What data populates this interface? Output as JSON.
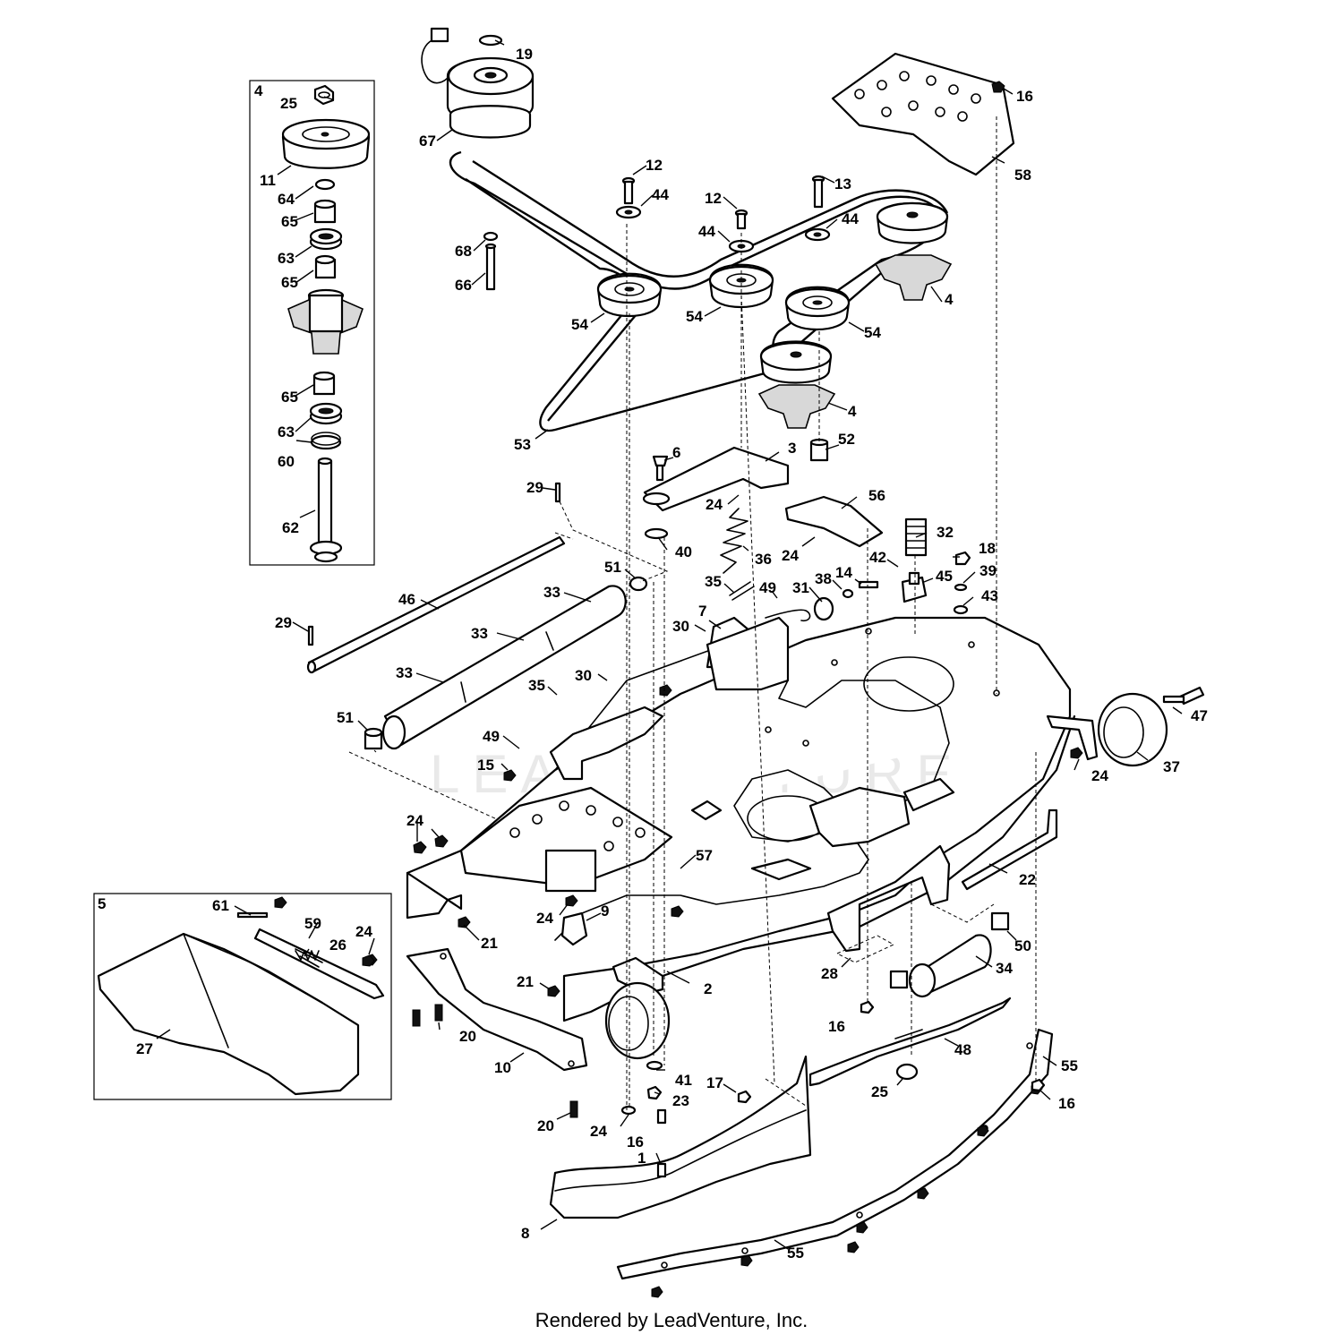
{
  "footer": {
    "text": "Rendered by LeadVenture, Inc."
  },
  "watermark": {
    "text": "LEADVENTURE"
  },
  "inset_labels": {
    "spindle_assembly": "4",
    "discharge_chute_assembly": "5"
  },
  "callouts": {
    "c1": "1",
    "c2": "2",
    "c3": "3",
    "c4a": "4",
    "c4b": "4",
    "c6": "6",
    "c7": "7",
    "c8": "8",
    "c9": "9",
    "c10": "10",
    "c11": "11",
    "c12a": "12",
    "c12b": "12",
    "c13": "13",
    "c14": "14",
    "c15": "15",
    "c16a": "16",
    "c16b": "16",
    "c16c": "16",
    "c16d": "16",
    "c17": "17",
    "c18": "18",
    "c19": "19",
    "c20a": "20",
    "c20b": "20",
    "c21a": "21",
    "c21b": "21",
    "c22": "22",
    "c23": "23",
    "c24a": "24",
    "c24b": "24",
    "c24c": "24",
    "c24d": "24",
    "c24e": "24",
    "c24f": "24",
    "c24g": "24",
    "c25a": "25",
    "c25b": "25",
    "c26": "26",
    "c27": "27",
    "c28": "28",
    "c29a": "29",
    "c29b": "29",
    "c30a": "30",
    "c30b": "30",
    "c31": "31",
    "c32": "32",
    "c33a": "33",
    "c33b": "33",
    "c33c": "33",
    "c34": "34",
    "c35a": "35",
    "c35b": "35",
    "c36": "36",
    "c37": "37",
    "c38": "38",
    "c39": "39",
    "c40": "40",
    "c41": "41",
    "c42": "42",
    "c43": "43",
    "c44a": "44",
    "c44b": "44",
    "c44c": "44",
    "c45": "45",
    "c46": "46",
    "c47": "47",
    "c48": "48",
    "c49a": "49",
    "c49b": "49",
    "c50": "50",
    "c51a": "51",
    "c51b": "51",
    "c52": "52",
    "c53": "53",
    "c54a": "54",
    "c54b": "54",
    "c54c": "54",
    "c55a": "55",
    "c55b": "55",
    "c56": "56",
    "c57": "57",
    "c58": "58",
    "c59": "59",
    "c60": "60",
    "c61": "61",
    "c62": "62",
    "c63a": "63",
    "c63b": "63",
    "c64": "64",
    "c65a": "65",
    "c65b": "65",
    "c65c": "65",
    "c66": "66",
    "c67": "67",
    "c68": "68"
  }
}
